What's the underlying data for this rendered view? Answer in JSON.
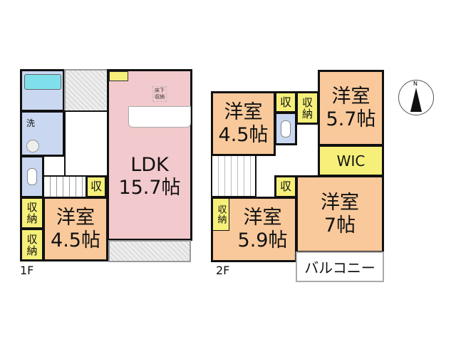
{
  "floor1": {
    "label": "1F",
    "wash": "洗",
    "storage": "収",
    "ldk": {
      "name": "LDK",
      "size": "15.7帖"
    },
    "underfloor": "床下収納",
    "room": {
      "name": "洋室",
      "size": "4.5帖"
    },
    "closet1": "収納",
    "closet2": "収納"
  },
  "floor2": {
    "label": "2F",
    "room_a": {
      "name": "洋室",
      "size": "4.5帖"
    },
    "room_b": {
      "name": "洋室",
      "size": "5.7帖"
    },
    "room_c": {
      "name": "洋室",
      "size": "5.9帖"
    },
    "room_d": {
      "name": "洋室",
      "size": "7帖"
    },
    "storage_top": "収",
    "storage_mid": "収",
    "closet_b": "収納",
    "closet_c": "収納",
    "wic": "WIC",
    "balcony": "バルコニー"
  },
  "compass": "N"
}
